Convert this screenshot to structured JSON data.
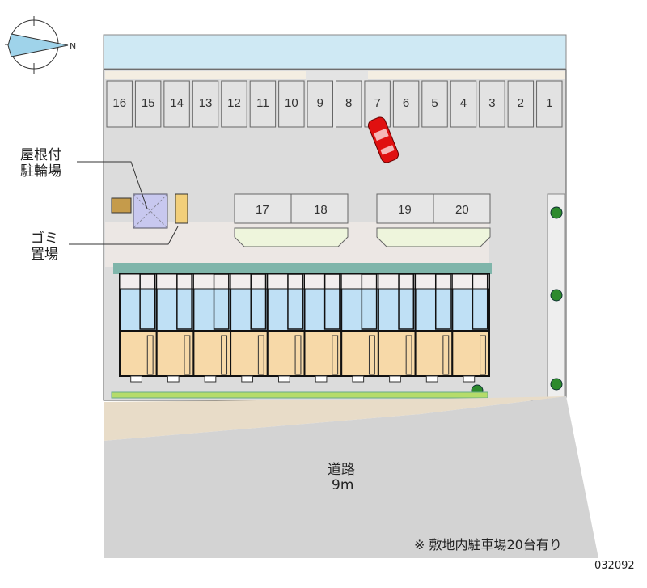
{
  "compass": {
    "north_label": "N"
  },
  "labels": {
    "bike_parking": [
      "屋根付",
      "駐輪場"
    ],
    "garbage": [
      "ゴミ",
      "置場"
    ],
    "road": "道路",
    "road_width": "9m"
  },
  "parking": {
    "top_row": [
      "16",
      "15",
      "14",
      "13",
      "12",
      "11",
      "10",
      "9",
      "8",
      "7",
      "6",
      "5",
      "4",
      "3",
      "2",
      "1"
    ],
    "middle_left": [
      "17",
      "18"
    ],
    "middle_right": [
      "19",
      "20"
    ]
  },
  "building": {
    "units": 10
  },
  "footer": {
    "note": "※ 敷地内駐車場20台有り",
    "code": "032092"
  },
  "colors": {
    "water": "#cfe9f4",
    "lot": "#dcdcdc",
    "unit_top": "#bfe0f5",
    "unit_bottom": "#f7d9a8",
    "road": "#d3d3d3",
    "sidewalk": "#e8dcc8",
    "car": "#e01010",
    "roof": "#7fb5aa"
  }
}
